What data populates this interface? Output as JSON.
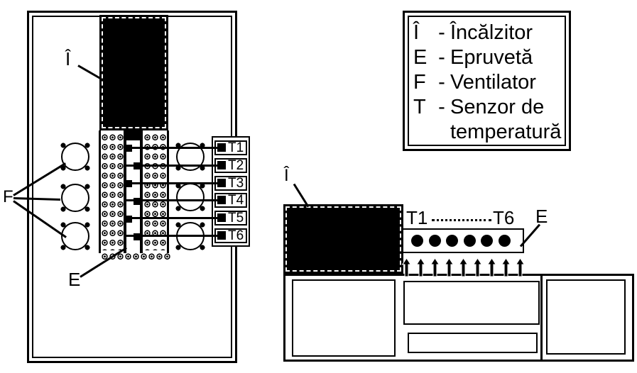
{
  "legend": {
    "separator": "-",
    "entries": [
      {
        "letter": "Î",
        "name": "Încălzitor"
      },
      {
        "letter": "E",
        "name": "Epruvetă"
      },
      {
        "letter": "F",
        "name": "Ventilator"
      },
      {
        "letter": "T",
        "name": "Senzor de temperatură"
      }
    ]
  },
  "front_view": {
    "heater_label": "Î",
    "specimen_label": "E",
    "fan_label": "F",
    "sensors": [
      "T1",
      "T2",
      "T3",
      "T4",
      "T5",
      "T6"
    ]
  },
  "side_view": {
    "heater_label": "Î",
    "specimen_label": "E",
    "sensor_first": "T1",
    "sensor_last": "T6"
  }
}
